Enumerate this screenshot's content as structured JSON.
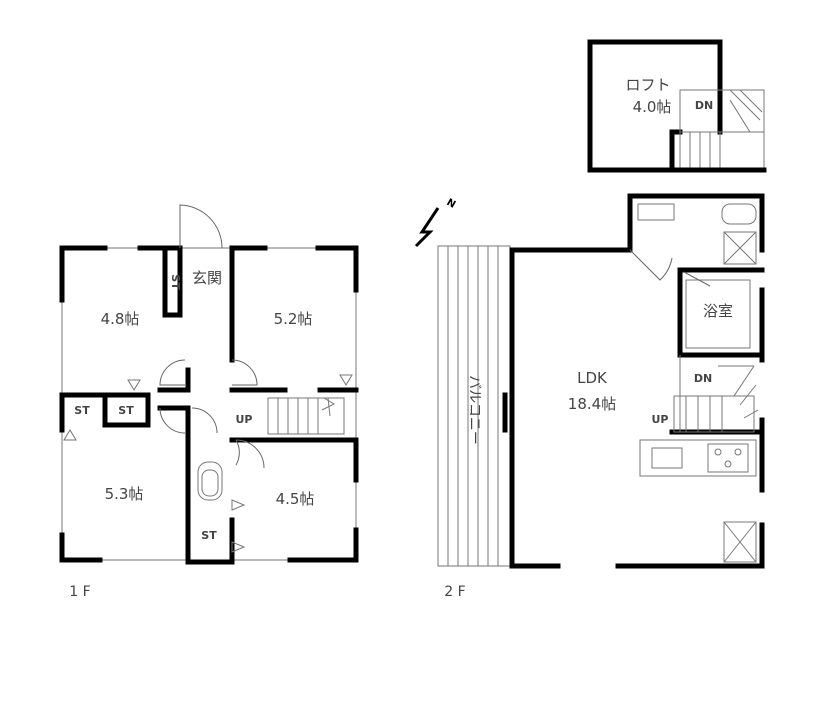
{
  "floor1": {
    "label": "1 F",
    "rooms": {
      "r48": "4.8帖",
      "r52": "5.2帖",
      "r53": "5.3帖",
      "r45": "4.5帖",
      "entrance": "玄関"
    },
    "storage": {
      "st_vertical": "ST",
      "st_a": "ST",
      "st_b": "ST",
      "st_c": "ST"
    },
    "stairs_up": "UP"
  },
  "floor2": {
    "label": "2 F",
    "balcony": "バルコニー",
    "ldk": "LDK",
    "ldk_size": "18.4帖",
    "bath": "浴室",
    "stairs_dn": "DN",
    "stairs_up": "UP"
  },
  "loft": {
    "name": "ロフト",
    "size": "4.0帖",
    "stairs_dn": "DN"
  }
}
